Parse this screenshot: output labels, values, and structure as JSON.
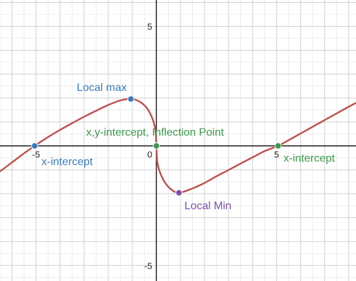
{
  "chart_data": {
    "type": "line",
    "title": "",
    "xlabel": "",
    "ylabel": "",
    "xlim": [
      -6.5,
      8.3
    ],
    "ylim": [
      -5.65,
      6.1
    ],
    "grid": true,
    "minor_step": 0.5,
    "major_step": 1,
    "tick_labels": [
      {
        "axis": "x",
        "value": -5,
        "text": "-5"
      },
      {
        "axis": "x",
        "value": 0,
        "text": "0"
      },
      {
        "axis": "x",
        "value": 5,
        "text": "5"
      },
      {
        "axis": "y",
        "value": 5,
        "text": "5"
      },
      {
        "axis": "y",
        "value": -5,
        "text": "-5"
      }
    ],
    "series": [
      {
        "color": "#c0504d",
        "x": [
          -6.5,
          -6,
          -5.5,
          -5.06,
          -4.5,
          -4,
          -3.5,
          -3,
          -2.5,
          -2,
          -1.5,
          -1.06,
          -0.75,
          -0.5,
          -0.35,
          -0.2,
          -0.1,
          -0.03,
          0,
          0.03,
          0.1,
          0.2,
          0.35,
          0.6,
          0.94,
          1.5,
          2,
          2.5,
          3,
          3.5,
          4,
          4.5,
          5.06,
          5.5,
          6,
          6.5,
          7,
          7.5,
          8,
          8.3
        ],
        "y": [
          -1.07,
          -0.69,
          -0.31,
          0,
          0.37,
          0.67,
          0.95,
          1.22,
          1.47,
          1.71,
          1.9,
          1.96,
          1.88,
          1.7,
          1.52,
          1.23,
          0.95,
          0.6,
          0,
          -0.6,
          -0.95,
          -1.23,
          -1.52,
          -1.81,
          -1.96,
          -1.78,
          -1.55,
          -1.27,
          -1.01,
          -0.74,
          -0.48,
          -0.22,
          0,
          0.24,
          0.52,
          0.8,
          1.08,
          1.36,
          1.64,
          1.8
        ]
      }
    ],
    "points": [
      {
        "x": -5.06,
        "y": 0,
        "color": "#3a7bbf",
        "label": "x-intercept",
        "label_color": "#3a7bbf"
      },
      {
        "x": -1.06,
        "y": 1.96,
        "color": "#3a7bbf",
        "label": "Local max",
        "label_color": "#3a7bbf"
      },
      {
        "x": 0,
        "y": 0,
        "color": "#3c9a4b",
        "label": "x,y-intercept, Inflection Point",
        "label_color": "#3c9a4b"
      },
      {
        "x": 0.94,
        "y": -1.96,
        "color": "#7e4fb0",
        "label": "Local Min",
        "label_color": "#7e4fb0"
      },
      {
        "x": 5.06,
        "y": 0,
        "color": "#3c9a4b",
        "label": "x-intercept",
        "label_color": "#3c9a4b"
      }
    ]
  }
}
